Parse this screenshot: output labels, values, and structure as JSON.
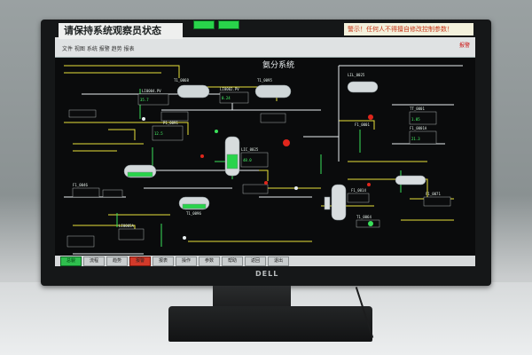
{
  "header": {
    "left_note": "请保持系统观察员状态",
    "right_note": "警示！任何人不得擅自修改控制参数！"
  },
  "toolbar": {
    "left_text": "文件  视图  系统  报警  趋势  报表",
    "right_text": "报警"
  },
  "diagram": {
    "title": "氨分系统",
    "tags": [
      {
        "id": "t1",
        "text": "T1_0068"
      },
      {
        "id": "t2",
        "text": "LI0002.PV"
      },
      {
        "id": "t3",
        "text": "T1_0095"
      },
      {
        "id": "t4",
        "text": "LI0004.PV"
      },
      {
        "id": "t5",
        "text": "LIL_0025"
      },
      {
        "id": "t6",
        "text": "TT_0001"
      },
      {
        "id": "t7",
        "text": "F1_0001"
      },
      {
        "id": "t8",
        "text": "F1_0001A"
      },
      {
        "id": "t9",
        "text": "P1_0091"
      },
      {
        "id": "t10",
        "text": "LIC_0025"
      },
      {
        "id": "t11",
        "text": "F1_0046"
      },
      {
        "id": "t12",
        "text": "T1_0096"
      },
      {
        "id": "t13",
        "text": "F1_0014"
      },
      {
        "id": "t14",
        "text": "F1_0071"
      },
      {
        "id": "t15",
        "text": "LI0005A"
      },
      {
        "id": "t16",
        "text": "T1_0064"
      }
    ],
    "values": [
      {
        "id": "v1",
        "text": "35.7"
      },
      {
        "id": "v2",
        "text": "0.24"
      },
      {
        "id": "v3",
        "text": "12.5"
      },
      {
        "id": "v4",
        "text": "48.0"
      },
      {
        "id": "v5",
        "text": "1.05"
      },
      {
        "id": "v6",
        "text": "21.3"
      }
    ]
  },
  "footer": {
    "buttons": [
      "总貌",
      "流程",
      "趋势",
      "报警",
      "报表",
      "操作",
      "参数",
      "帮助",
      "返回",
      "退出"
    ]
  },
  "monitor_brand": "DELL",
  "colors": {
    "pipe_yellow": "#e8e23a",
    "pipe_white": "#e8eef0",
    "pipe_green": "#3ae05a",
    "indicator_green": "#29d44b",
    "alarm_red": "#e0261c"
  }
}
